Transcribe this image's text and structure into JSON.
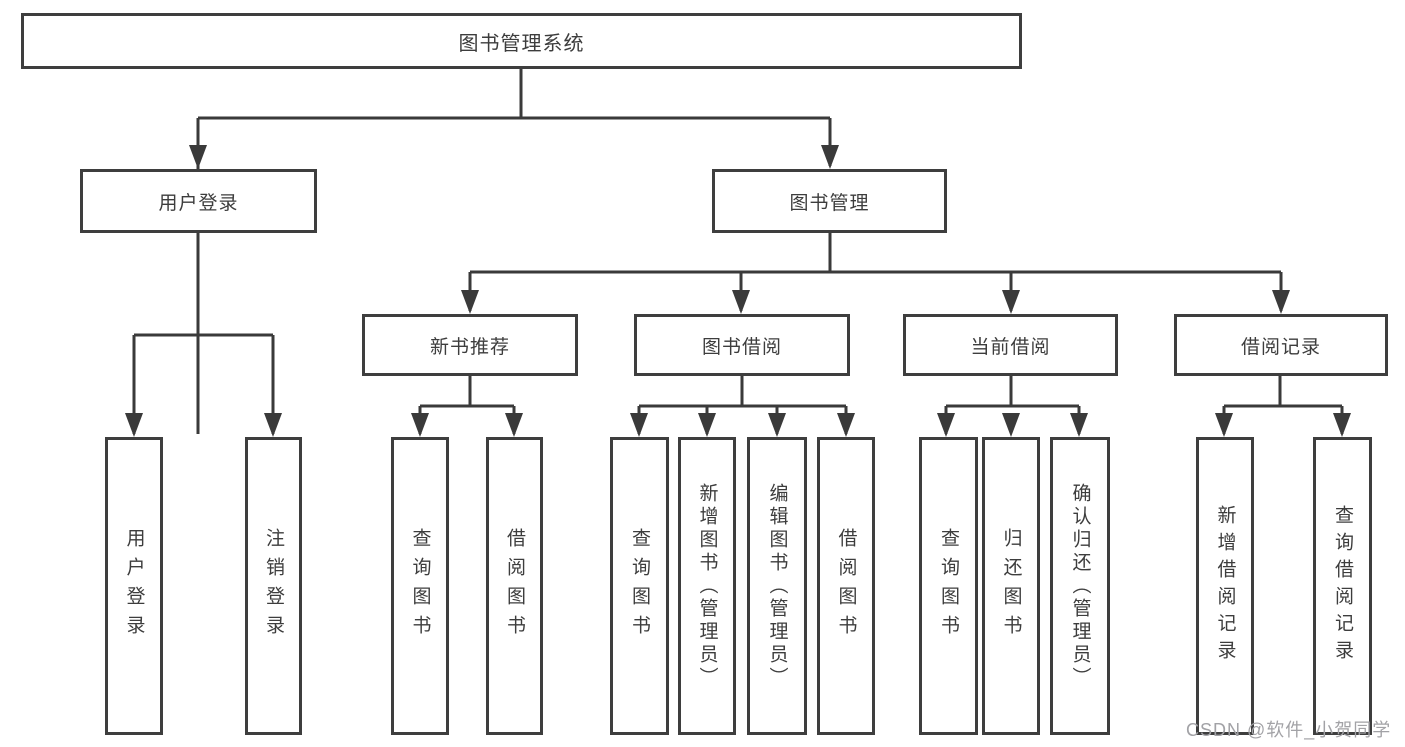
{
  "diagram": {
    "tree": {
      "label": "图书管理系统",
      "children": [
        {
          "label": "用户登录",
          "children": [
            {
              "label": "用户登录"
            },
            {
              "label": "注销登录"
            }
          ]
        },
        {
          "label": "图书管理",
          "children": [
            {
              "label": "新书推荐",
              "children": [
                {
                  "label": "查询图书"
                },
                {
                  "label": "借阅图书"
                }
              ]
            },
            {
              "label": "图书借阅",
              "children": [
                {
                  "label": "查询图书"
                },
                {
                  "label": "新增图书（管理员）"
                },
                {
                  "label": "编辑图书（管理员）"
                },
                {
                  "label": "借阅图书"
                }
              ]
            },
            {
              "label": "当前借阅",
              "children": [
                {
                  "label": "查询图书"
                },
                {
                  "label": "归还图书"
                },
                {
                  "label": "确认归还（管理员）"
                }
              ]
            },
            {
              "label": "借阅记录",
              "children": [
                {
                  "label": "新增借阅记录"
                },
                {
                  "label": "查询借阅记录"
                }
              ]
            }
          ]
        }
      ]
    },
    "watermark": "CSDN @软件_小贺同学"
  }
}
